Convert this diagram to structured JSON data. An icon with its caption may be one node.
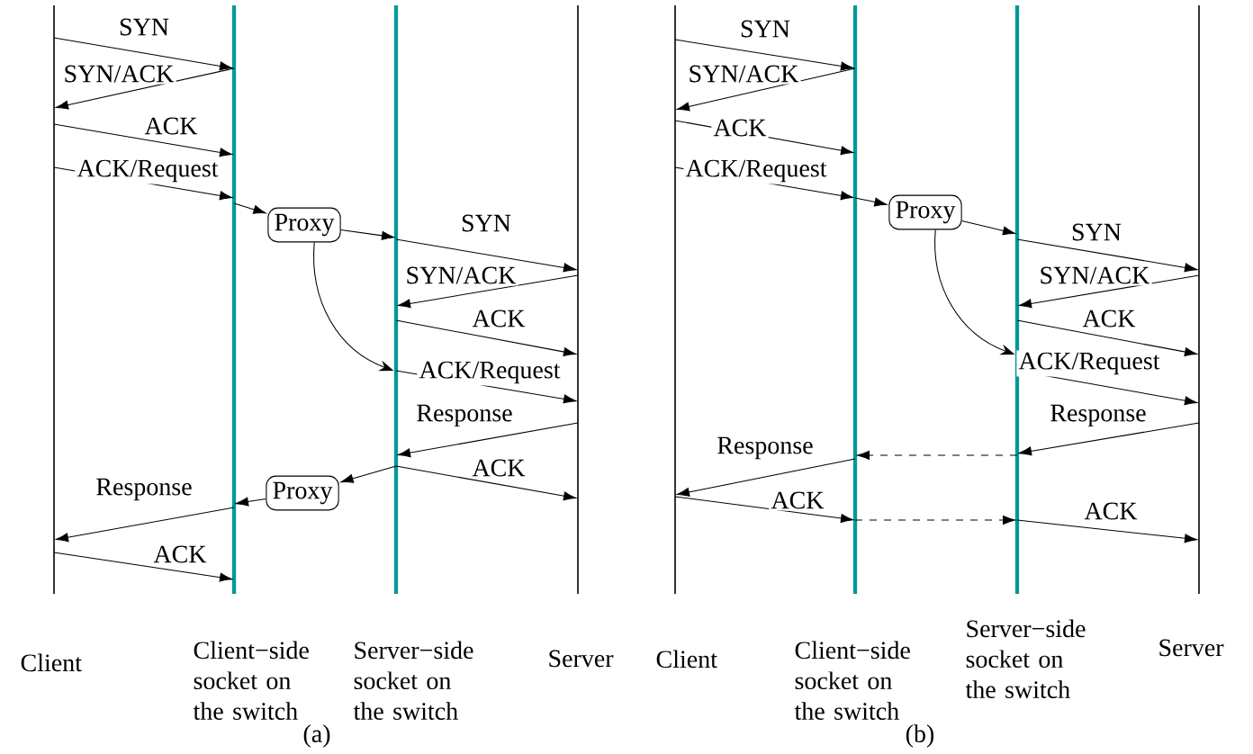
{
  "diagram": {
    "nodes": [
      {
        "text": [
          "Client"
        ]
      },
      {
        "text": [
          "Client−side socket on the switch"
        ]
      },
      {
        "text": [
          "Server−side socket on the switch"
        ]
      },
      {
        "text": [
          "Server"
        ]
      },
      {
        "text": [
          "Proxy"
        ]
      },
      {
        "text": [
          "Proxy"
        ]
      },
      {
        "text": [
          "Client"
        ]
      },
      {
        "text": [
          "Client−side socket on the switch"
        ]
      },
      {
        "text": [
          "Server−side socket on the switch"
        ]
      },
      {
        "text": [
          "Server"
        ]
      },
      {
        "text": [
          "Proxy"
        ]
      }
    ],
    "edges": [
      {
        "from": 0,
        "to": 1,
        "arrow": "to",
        "label": "SYN"
      },
      {
        "from": 1,
        "to": 0,
        "arrow": "to",
        "label": "SYN/ACK"
      },
      {
        "from": 0,
        "to": 1,
        "arrow": "to",
        "label": "ACK"
      },
      {
        "from": 0,
        "to": 1,
        "arrow": "to",
        "label": "ACK/Request"
      },
      {
        "from": 1,
        "to": 4,
        "arrow": "to"
      },
      {
        "from": 4,
        "to": 2,
        "arrow": "to"
      },
      {
        "from": 4,
        "to": 2,
        "arrow": "to"
      },
      {
        "from": 2,
        "to": 3,
        "arrow": "to",
        "label": "SYN"
      },
      {
        "from": 3,
        "to": 2,
        "arrow": "to",
        "label": "SYN/ACK"
      },
      {
        "from": 2,
        "to": 3,
        "arrow": "to",
        "label": "ACK"
      },
      {
        "from": 2,
        "to": 3,
        "arrow": "to",
        "label": "ACK/Request"
      },
      {
        "from": 3,
        "to": 2,
        "arrow": "to",
        "label": "Response"
      },
      {
        "from": 2,
        "to": 5,
        "arrow": "to"
      },
      {
        "from": 5,
        "to": 1,
        "arrow": "to"
      },
      {
        "from": 1,
        "to": 0,
        "arrow": "to",
        "label": "Response"
      },
      {
        "from": 2,
        "to": 3,
        "arrow": "to",
        "label": "ACK"
      },
      {
        "from": 0,
        "to": 1,
        "arrow": "to",
        "label": "ACK"
      },
      {
        "from": 6,
        "to": 7,
        "arrow": "to",
        "label": "SYN"
      },
      {
        "from": 7,
        "to": 6,
        "arrow": "to",
        "label": "SYN/ACK"
      },
      {
        "from": 6,
        "to": 7,
        "arrow": "to",
        "label": "ACK"
      },
      {
        "from": 6,
        "to": 7,
        "arrow": "to",
        "label": "ACK/Request"
      },
      {
        "from": 7,
        "to": 10,
        "arrow": "to"
      },
      {
        "from": 10,
        "to": 8,
        "arrow": "to"
      },
      {
        "from": 10,
        "to": 8,
        "arrow": "to"
      },
      {
        "from": 8,
        "to": 9,
        "arrow": "to",
        "label": "SYN"
      },
      {
        "from": 9,
        "to": 8,
        "arrow": "to",
        "label": "SYN/ACK"
      },
      {
        "from": 8,
        "to": 9,
        "arrow": "to",
        "label": "ACK"
      },
      {
        "from": 8,
        "to": 9,
        "arrow": "to",
        "label": "ACK/Request"
      },
      {
        "from": 9,
        "to": 8,
        "arrow": "to",
        "label": "Response"
      },
      {
        "from": 8,
        "to": 7,
        "arrow": "to",
        "style": "dashed"
      },
      {
        "from": 7,
        "to": 6,
        "arrow": "to",
        "label": "Response"
      },
      {
        "from": 6,
        "to": 7,
        "arrow": "to",
        "label": "ACK"
      },
      {
        "from": 7,
        "to": 8,
        "arrow": "to",
        "style": "dashed"
      },
      {
        "from": 8,
        "to": 9,
        "arrow": "to",
        "label": "ACK"
      }
    ],
    "labels": [
      "(a)",
      "(b)"
    ]
  }
}
